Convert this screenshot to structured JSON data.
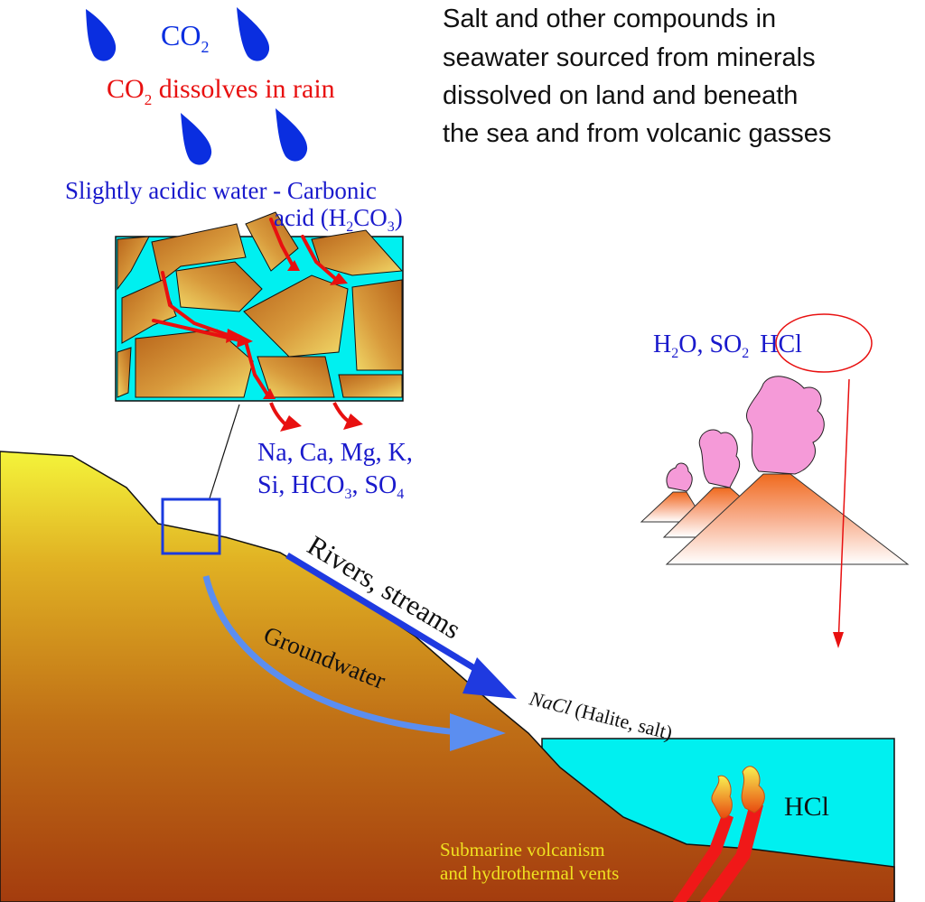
{
  "caption": {
    "line1": "Salt and other compounds in",
    "line2": "seawater sourced from minerals",
    "line3": "dissolved on land and beneath",
    "line4": "the sea and from volcanic gasses"
  },
  "rain": {
    "co2_base": "CO",
    "co2_sub": "2",
    "dissolves_base": "CO",
    "dissolves_sub": "2",
    "dissolves_rest": " dissolves in rain"
  },
  "acid": {
    "line1": "Slightly acidic water - Carbonic",
    "line2_prefix": "acid (H",
    "sub_2": "2",
    "mid": "CO",
    "sub_3": "3",
    "suffix": ")"
  },
  "ions": {
    "line1": "Na, Ca, Mg, K,",
    "line2_prefix": "Si, HCO",
    "sub_3": "3",
    "line2_mid": ", SO",
    "sub_4": "4"
  },
  "volcanic_gas": {
    "h": "H",
    "h_sub": "2",
    "o": "O, SO",
    "so_sub": "2",
    "hcl": "HCl"
  },
  "labels": {
    "rivers": "Rivers, streams",
    "groundwater": "Groundwater",
    "nacl_formula": "NaCl",
    "nacl_desc": " (Halite, salt)",
    "hcl_sea": "HCl",
    "submarine_line1": "Submarine volcanism",
    "submarine_line2": "and hydrothermal vents"
  },
  "colors": {
    "rain_blue": "#0a2ee0",
    "label_blue": "#1a1acc",
    "arrow_red": "#e81010",
    "sea_cyan": "#00f0f0",
    "rock_gold": "#e6b84a",
    "groundwater_arrow": "#5b8ef0",
    "river_arrow": "#1f3ae0",
    "plume_pink": "#f59ad8",
    "vent_yellow": "#f0e020"
  },
  "icons": [
    "raindrop-icon",
    "volcano-icon"
  ]
}
